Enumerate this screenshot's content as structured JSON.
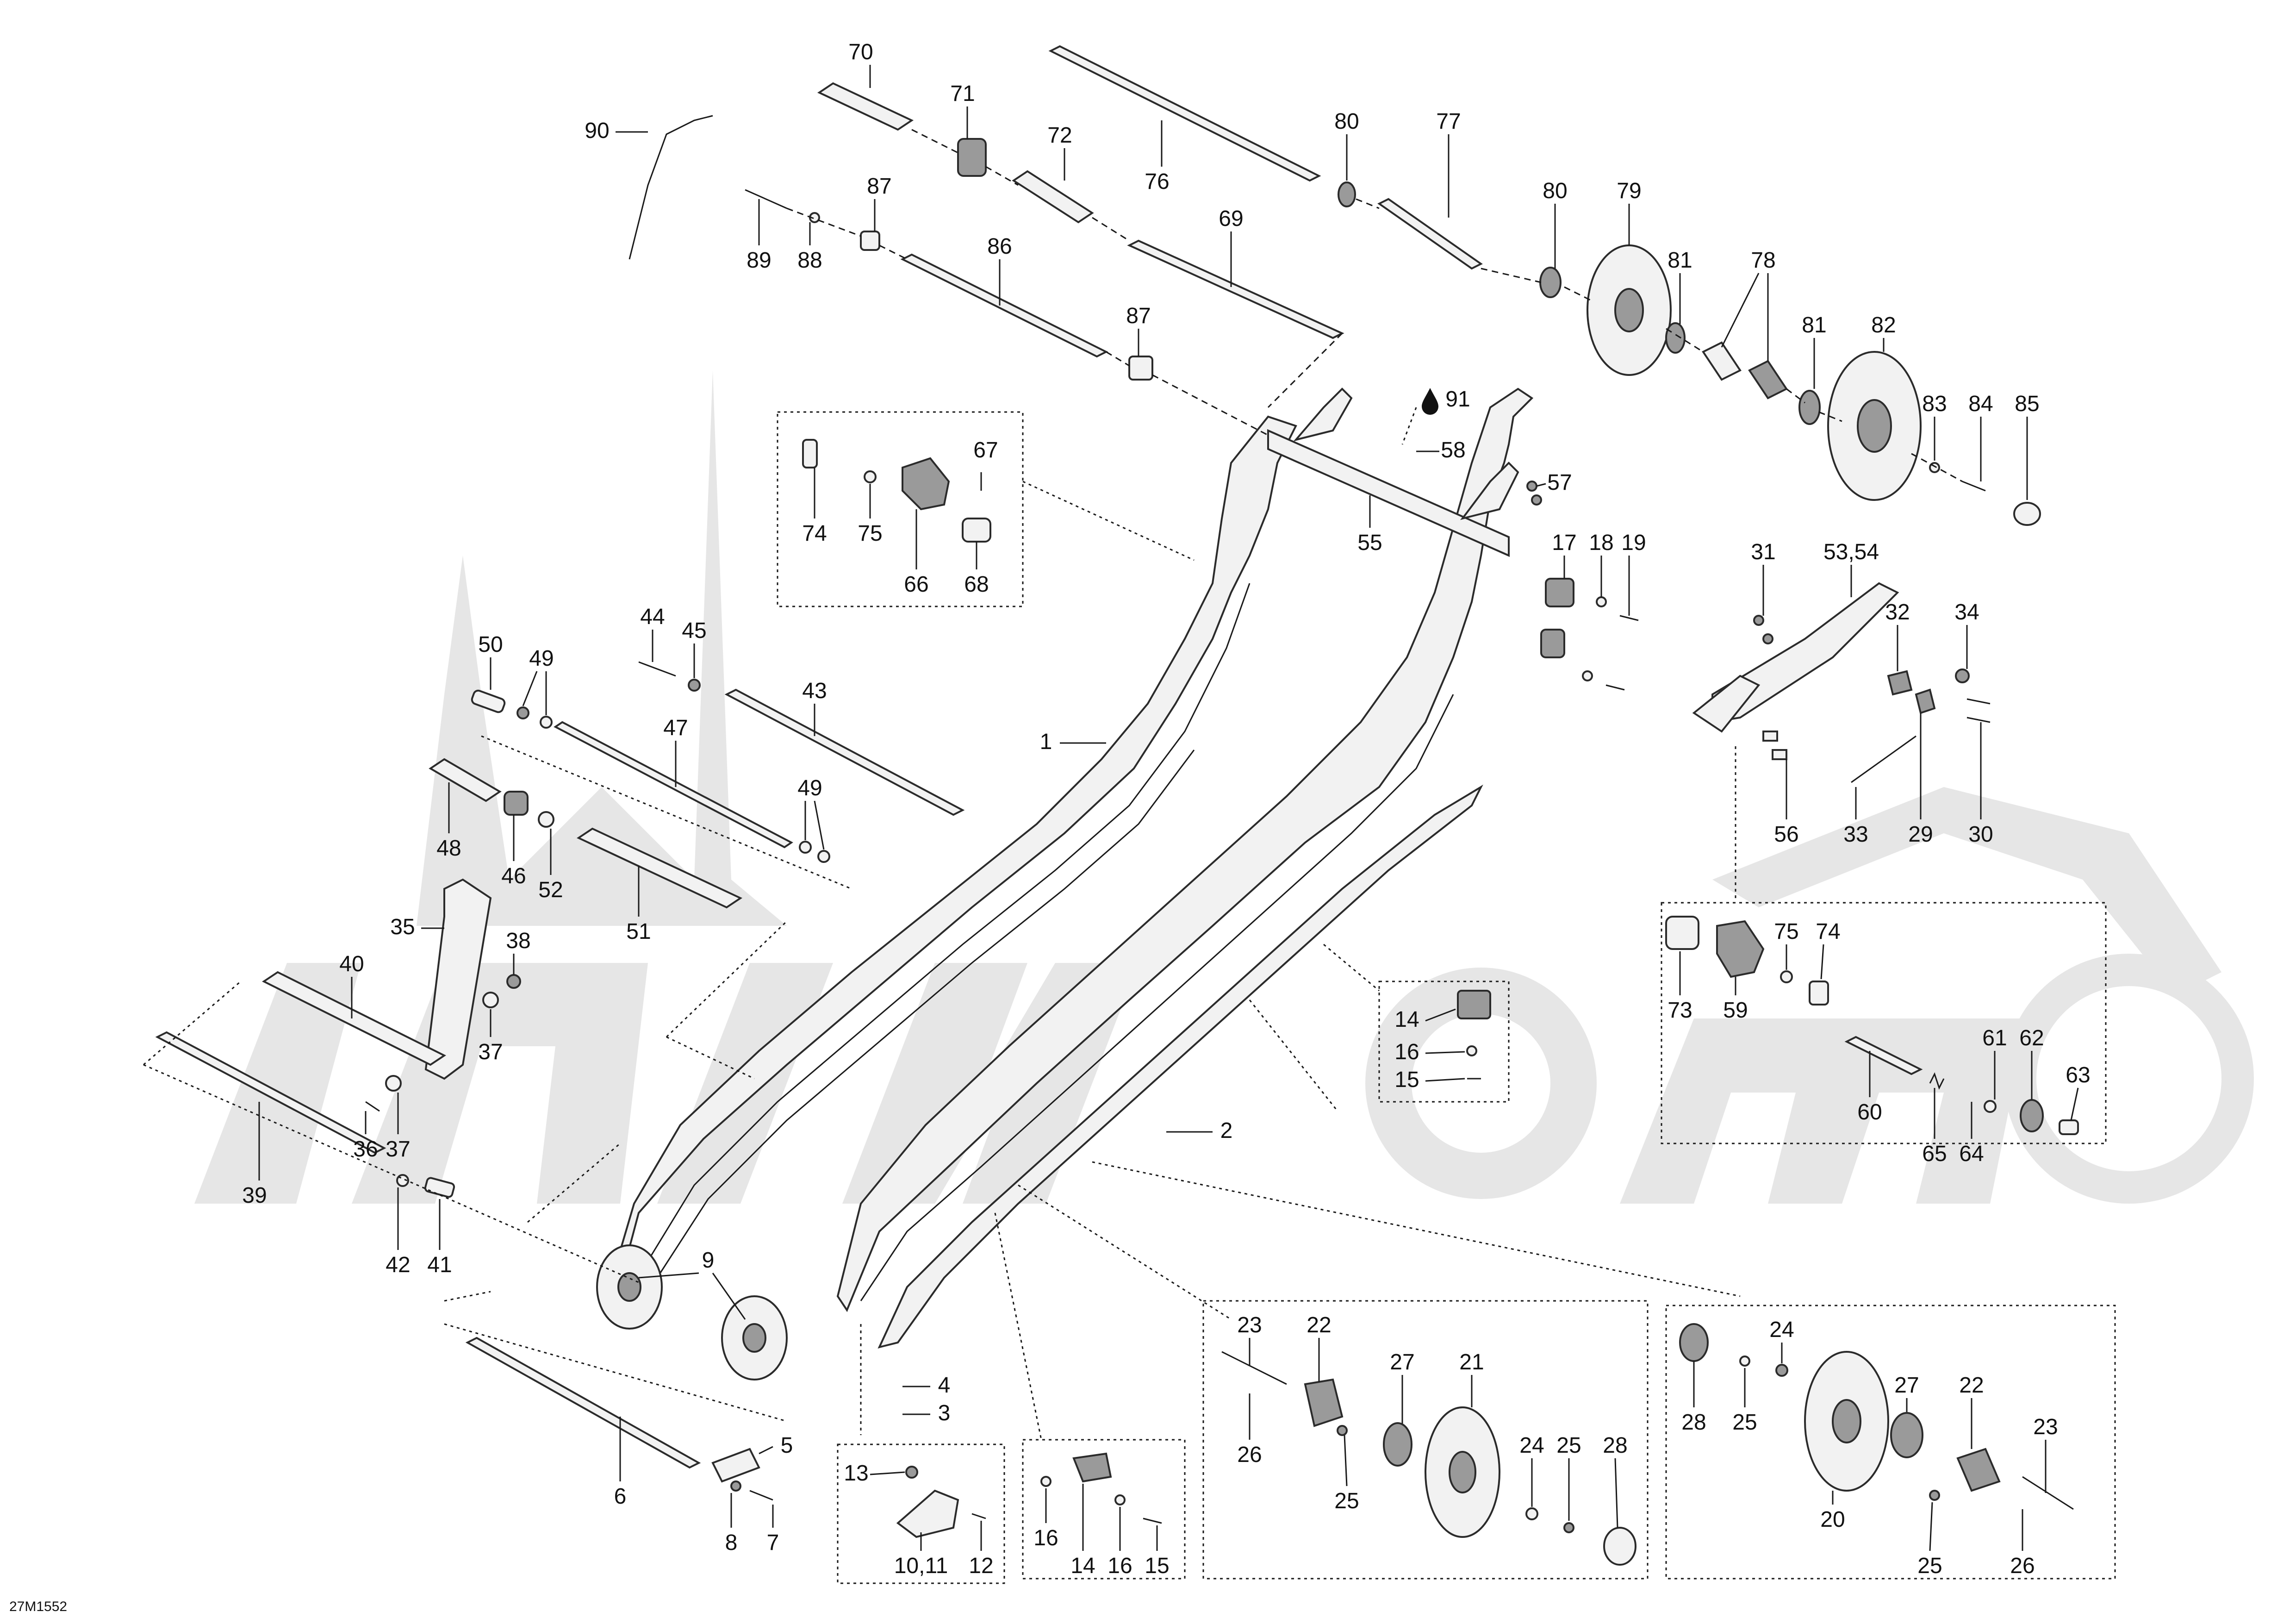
{
  "drawing_ref": "27M1552",
  "colors": {
    "ink": "#1a1a1a",
    "part_fill": "#f2f2f2",
    "watermark": "#e6e6e6"
  },
  "icons": {
    "drop": "oil-drop-icon"
  },
  "callouts": {
    "c1": "1",
    "c2": "2",
    "c3": "3",
    "c4": "4",
    "c5": "5",
    "c6": "6",
    "c7": "7",
    "c8": "8",
    "c9": "9",
    "c10_11": "10,11",
    "c12": "12",
    "c13": "13",
    "c14a": "14",
    "c14b": "14",
    "c15a": "15",
    "c15b": "15",
    "c16a": "16",
    "c16b": "16",
    "c16c": "16",
    "c17": "17",
    "c18": "18",
    "c19": "19",
    "c20": "20",
    "c21": "21",
    "c22a": "22",
    "c22b": "22",
    "c23a": "23",
    "c23b": "23",
    "c24a": "24",
    "c24b": "24",
    "c25a": "25",
    "c25b": "25",
    "c25c": "25",
    "c25d": "25",
    "c26a": "26",
    "c26b": "26",
    "c27a": "27",
    "c27b": "27",
    "c28a": "28",
    "c28b": "28",
    "c29": "29",
    "c30": "30",
    "c31": "31",
    "c32": "32",
    "c33": "33",
    "c34": "34",
    "c35": "35",
    "c36": "36",
    "c37a": "37",
    "c37b": "37",
    "c38": "38",
    "c39": "39",
    "c40": "40",
    "c41": "41",
    "c42": "42",
    "c43": "43",
    "c44": "44",
    "c45": "45",
    "c46": "46",
    "c47": "47",
    "c48": "48",
    "c49a": "49",
    "c49b": "49",
    "c50": "50",
    "c51": "51",
    "c52": "52",
    "c53_54": "53,54",
    "c55": "55",
    "c56": "56",
    "c57": "57",
    "c58": "58",
    "c59": "59",
    "c60": "60",
    "c61": "61",
    "c62": "62",
    "c63": "63",
    "c64": "64",
    "c65": "65",
    "c66": "66",
    "c67": "67",
    "c68": "68",
    "c69": "69",
    "c70": "70",
    "c71": "71",
    "c72": "72",
    "c73": "73",
    "c74a": "74",
    "c74b": "74",
    "c75a": "75",
    "c75b": "75",
    "c76": "76",
    "c77": "77",
    "c78": "78",
    "c79": "79",
    "c80a": "80",
    "c80b": "80",
    "c81a": "81",
    "c81b": "81",
    "c82": "82",
    "c83": "83",
    "c84": "84",
    "c85": "85",
    "c86": "86",
    "c87a": "87",
    "c87b": "87",
    "c88": "88",
    "c89": "89",
    "c90": "90",
    "c91": "91"
  }
}
